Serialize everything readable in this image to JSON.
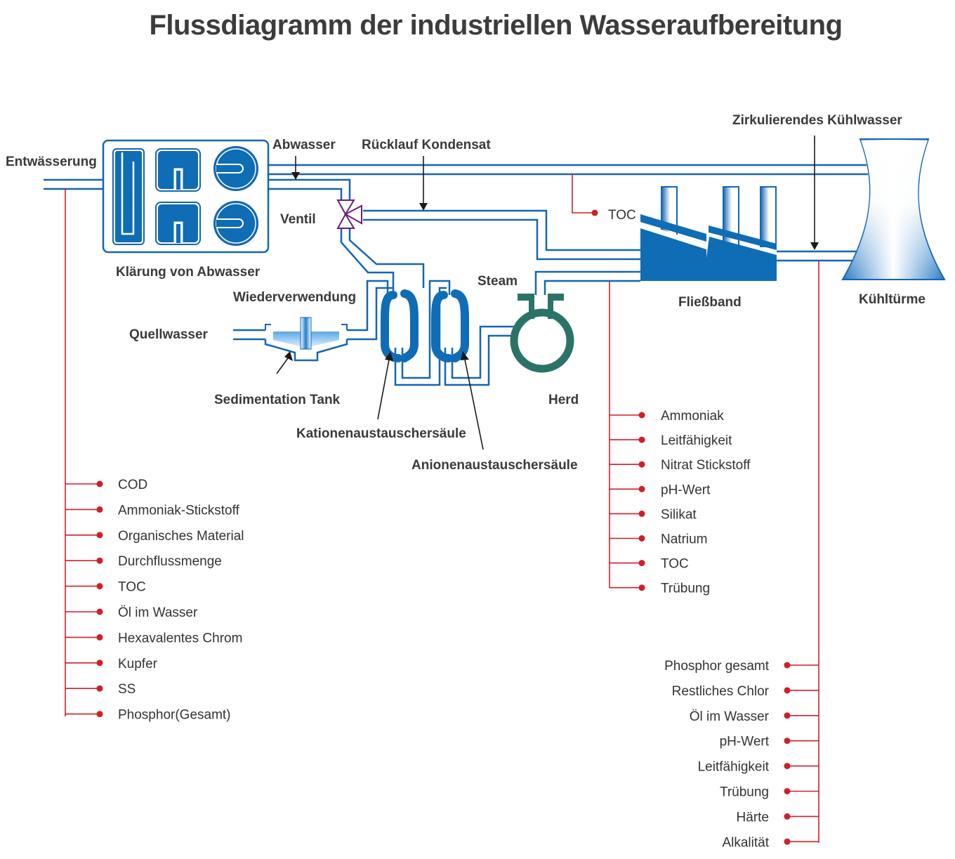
{
  "title": "Flussdiagramm der industriellen Wasseraufbereitung",
  "colors": {
    "pipe": "#1565b4",
    "equipment": "#0f6db5",
    "boiler": "#2b7367",
    "valve": "#6a1f7a",
    "monitor_line": "#d11f27",
    "text": "#333333"
  },
  "labels": {
    "entwaesserung": "Entwässerung",
    "abwasser": "Abwasser",
    "ruecklauf": "Rücklauf Kondensat",
    "zirkulierend": "Zirkulierendes Kühlwasser",
    "ventil": "Ventil",
    "klaerung": "Klärung von Abwasser",
    "wiederverwendung": "Wiederverwendung",
    "quellwasser": "Quellwasser",
    "sedimentation": "Sedimentation Tank",
    "kationen": "Kationenaustauschersäule",
    "anionen": "Anionenaustauschersäule",
    "steam": "Steam",
    "herd": "Herd",
    "fliessband": "Fließband",
    "kuehltuerme": "Kühltürme",
    "toc_single": "TOC"
  },
  "monitor_groups": {
    "wastewater": [
      "COD",
      "Ammoniak-Stickstoff",
      "Organisches Material",
      "Durchflussmenge",
      "TOC",
      "Öl im Wasser",
      "Hexavalentes Chrom",
      "Kupfer",
      "SS",
      "Phosphor(Gesamt)"
    ],
    "production": [
      "Ammoniak",
      "Leitfähigkeit",
      "Nitrat Stickstoff",
      "pH-Wert",
      "Silikat",
      "Natrium",
      "TOC",
      "Trübung"
    ],
    "cooling": [
      "Phosphor gesamt",
      "Restliches Chlor",
      "Öl im Wasser",
      "pH-Wert",
      "Leitfähigkeit",
      "Trübung",
      "Härte",
      "Alkalität"
    ]
  }
}
